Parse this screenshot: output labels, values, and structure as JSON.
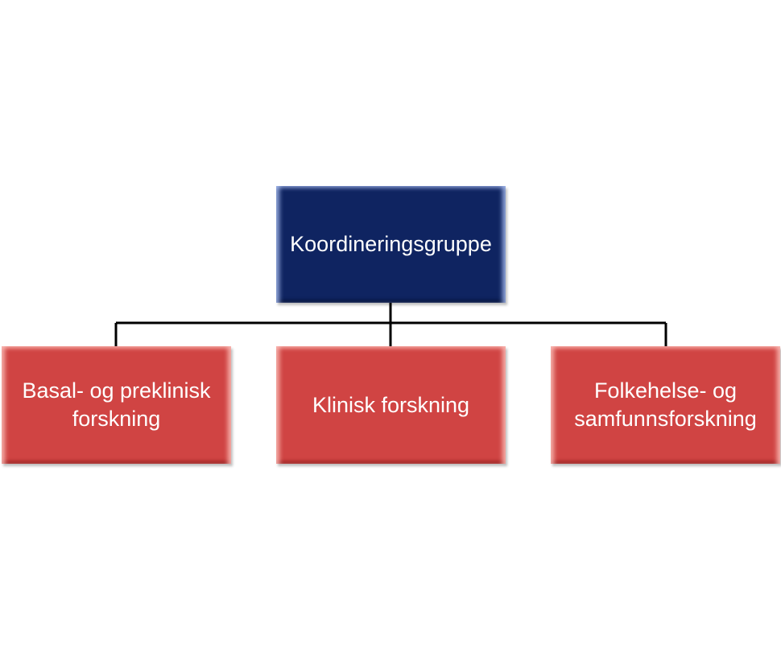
{
  "diagram": {
    "root": {
      "label": "Koordineringsgruppe",
      "color": "#0f2461"
    },
    "children": [
      {
        "label": "Basal- og preklinisk\nforskning",
        "color": "#d04443"
      },
      {
        "label": "Klinisk forskning",
        "color": "#d04443"
      },
      {
        "label": "Folkehelse- og\nsamfunnsforskning",
        "color": "#d04443"
      }
    ],
    "connector_color": "#000000"
  }
}
